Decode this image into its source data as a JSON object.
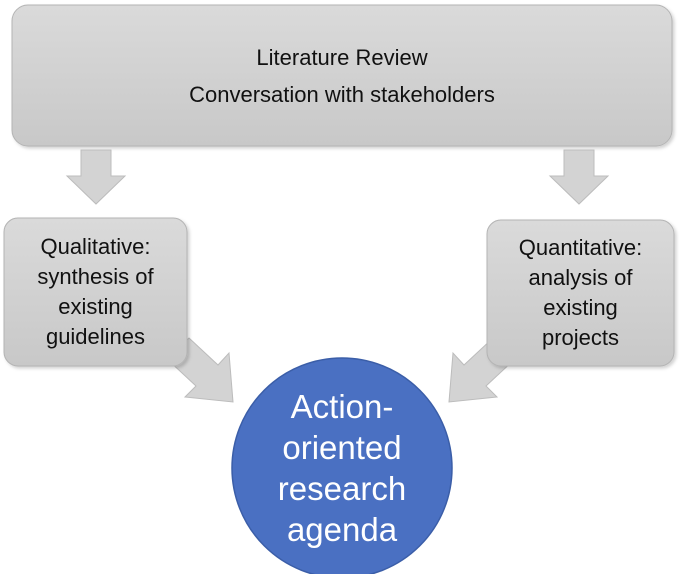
{
  "top_box": {
    "lines": [
      "Literature Review",
      "Conversation with stakeholders"
    ]
  },
  "left_box": {
    "lines": [
      "Qualitative:",
      "synthesis of",
      "existing",
      "guidelines"
    ]
  },
  "right_box": {
    "lines": [
      "Quantitative:",
      "analysis of",
      "existing",
      "projects"
    ]
  },
  "center_circle": {
    "lines": [
      "Action-",
      "oriented",
      "research",
      "agenda"
    ]
  },
  "colors": {
    "box_fill": "#d0d0d0",
    "box_stroke": "#b4b4b4",
    "arrow_fill": "#d3d3d3",
    "arrow_stroke": "#bcbcbc",
    "circle_fill": "#4a70c2",
    "circle_stroke": "#3b5ea8"
  }
}
